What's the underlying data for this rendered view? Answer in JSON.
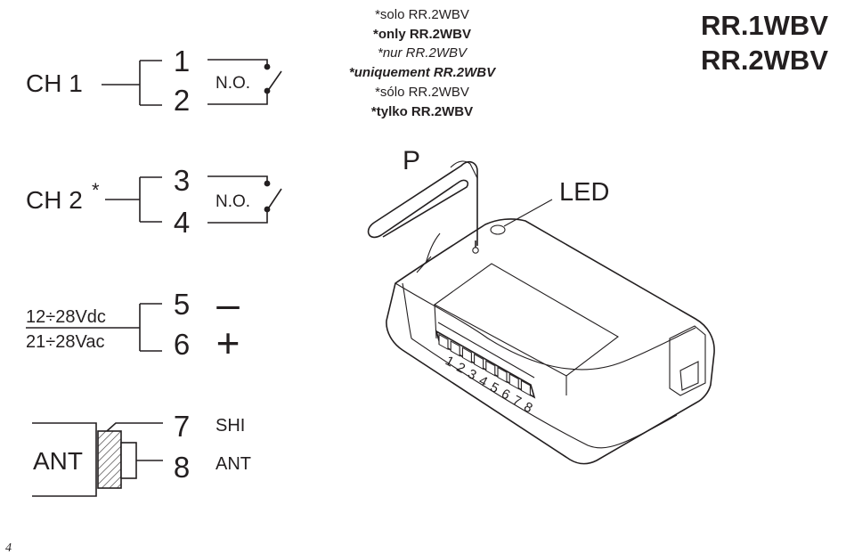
{
  "models": [
    "RR.1WBV",
    "RR.2WBV"
  ],
  "notes": [
    {
      "text": "*solo RR.2WBV",
      "style": "normal"
    },
    {
      "text": "*only RR.2WBV",
      "style": "bold"
    },
    {
      "text": "*nur RR.2WBV",
      "style": "italic"
    },
    {
      "text": "*uniquement RR.2WBV",
      "style": "bold-italic"
    },
    {
      "text": "*sólo RR.2WBV",
      "style": "normal"
    },
    {
      "text": "*tylko RR.2WBV",
      "style": "bold"
    }
  ],
  "channels": [
    {
      "label": "CH 1",
      "asterisk": "",
      "terminals": [
        "1",
        "2"
      ],
      "contact": "N.O."
    },
    {
      "label": "CH 2",
      "asterisk": "*",
      "terminals": [
        "3",
        "4"
      ],
      "contact": "N.O."
    }
  ],
  "power": {
    "dc": "12÷28Vdc",
    "ac": "21÷28Vac",
    "terminals": [
      "5",
      "6"
    ],
    "minus": "–",
    "plus": "+"
  },
  "antenna": {
    "label": "ANT",
    "terminals": [
      "7",
      "8"
    ],
    "shield_label": "SHI",
    "ant_label": "ANT"
  },
  "device": {
    "button_label": "P",
    "led_label": "LED",
    "board_numbers": [
      "1",
      "2",
      "3",
      "4",
      "5",
      "6",
      "7",
      "8"
    ]
  },
  "page_number": "4"
}
